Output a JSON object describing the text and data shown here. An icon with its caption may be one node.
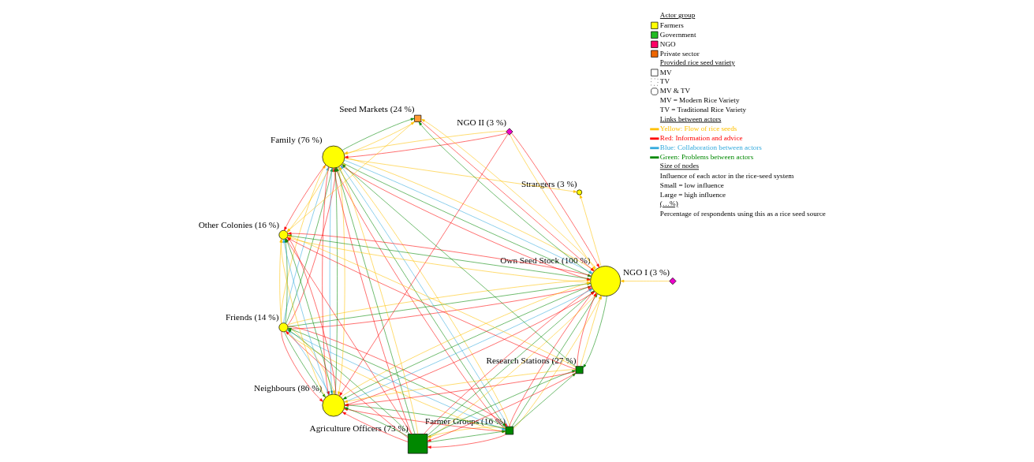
{
  "diagram": {
    "nodes": [
      {
        "text": [
          "Friends (14 %)"
        ]
      },
      {
        "text": [
          "Strangers (3 %)"
        ]
      },
      {
        "text": [
          "Farmer Groups (16 %)"
        ]
      },
      {
        "text": [
          "Family (76 %)"
        ]
      },
      {
        "text": [
          "NGO I (3 %)"
        ]
      },
      {
        "text": [
          "Agriculture Officers (73 %)"
        ]
      },
      {
        "text": [
          "Neighbours (86 %)"
        ]
      },
      {
        "text": [
          "NGO II (3 %)"
        ]
      },
      {
        "text": [
          "Own Seed Stock (100 %)"
        ]
      },
      {
        "text": [
          "Research Stations (27 %)"
        ]
      },
      {
        "text": [
          "Seed Markets (24 %)"
        ]
      },
      {
        "text": [
          "Other Colonies (16 %)"
        ]
      }
    ],
    "edges": [
      {
        "from": 0,
        "to": 2,
        "arrow": "to",
        "color": "#ff0000"
      },
      {
        "from": 0,
        "to": 2,
        "arrow": "to",
        "color": "#ffc000"
      },
      {
        "from": 2,
        "to": 0,
        "arrow": "to",
        "color": "#008800"
      },
      {
        "from": 0,
        "to": 2,
        "arrow": "to",
        "color": "#33aadd"
      },
      {
        "from": 0,
        "to": 3,
        "arrow": "to",
        "color": "#ffc000"
      },
      {
        "from": 0,
        "to": 3,
        "arrow": "to",
        "color": "#ff0000"
      },
      {
        "from": 0,
        "to": 3,
        "arrow": "to",
        "color": "#008800"
      },
      {
        "from": 0,
        "to": 3,
        "arrow": "to",
        "color": "#33aadd"
      },
      {
        "from": 0,
        "to": 6,
        "arrow": "to",
        "color": "#ffc000"
      },
      {
        "from": 0,
        "to": 6,
        "arrow": "to",
        "color": "#ff0000"
      },
      {
        "from": 0,
        "to": 6,
        "arrow": "to",
        "color": "#008800"
      },
      {
        "from": 0,
        "to": 6,
        "arrow": "to",
        "color": "#33aadd"
      },
      {
        "from": 0,
        "to": 8,
        "arrow": "to",
        "color": "#ffc000"
      },
      {
        "from": 0,
        "to": 8,
        "arrow": "to",
        "color": "#ff0000"
      },
      {
        "from": 0,
        "to": 8,
        "arrow": "to",
        "color": "#008800"
      },
      {
        "from": 0,
        "to": 11,
        "arrow": "to",
        "color": "#ffc000"
      },
      {
        "from": 0,
        "to": 11,
        "arrow": "to",
        "color": "#008800"
      },
      {
        "from": 5,
        "to": 0,
        "arrow": "to",
        "color": "#ff0000"
      },
      {
        "from": 5,
        "to": 0,
        "arrow": "to",
        "color": "#008800"
      },
      {
        "from": 2,
        "to": 3,
        "arrow": "to",
        "color": "#ff0000"
      },
      {
        "from": 2,
        "to": 3,
        "arrow": "to",
        "color": "#ffc000"
      },
      {
        "from": 2,
        "to": 3,
        "arrow": "to",
        "color": "#33aadd"
      },
      {
        "from": 3,
        "to": 2,
        "arrow": "to",
        "color": "#008800"
      },
      {
        "from": 2,
        "to": 5,
        "arrow": "to",
        "color": "#ff0000"
      },
      {
        "from": 2,
        "to": 5,
        "arrow": "to",
        "color": "#ffc000"
      },
      {
        "from": 5,
        "to": 2,
        "arrow": "to",
        "color": "#008800"
      },
      {
        "from": 2,
        "to": 6,
        "arrow": "to",
        "color": "#ff0000"
      },
      {
        "from": 2,
        "to": 6,
        "arrow": "to",
        "color": "#008800"
      },
      {
        "from": 2,
        "to": 8,
        "arrow": "to",
        "color": "#ff0000"
      },
      {
        "from": 2,
        "to": 8,
        "arrow": "to",
        "color": "#ffc000"
      },
      {
        "from": 2,
        "to": 8,
        "arrow": "to",
        "color": "#008800"
      },
      {
        "from": 2,
        "to": 9,
        "arrow": "to",
        "color": "#008800"
      },
      {
        "from": 5,
        "to": 3,
        "arrow": "to",
        "color": "#ff0000"
      },
      {
        "from": 5,
        "to": 3,
        "arrow": "to",
        "color": "#ffc000"
      },
      {
        "from": 5,
        "to": 3,
        "arrow": "to",
        "color": "#008800"
      },
      {
        "from": 5,
        "to": 6,
        "arrow": "to",
        "color": "#ff0000"
      },
      {
        "from": 5,
        "to": 6,
        "arrow": "to",
        "color": "#008800"
      },
      {
        "from": 5,
        "to": 8,
        "arrow": "to",
        "color": "#ff0000"
      },
      {
        "from": 5,
        "to": 8,
        "arrow": "to",
        "color": "#ffc000"
      },
      {
        "from": 5,
        "to": 8,
        "arrow": "to",
        "color": "#008800"
      },
      {
        "from": 5,
        "to": 11,
        "arrow": "to",
        "color": "#ff0000"
      },
      {
        "from": 5,
        "to": 9,
        "arrow": "to",
        "color": "#008800"
      },
      {
        "from": 9,
        "to": 5,
        "arrow": "to",
        "color": "#ff0000"
      },
      {
        "from": 9,
        "to": 6,
        "arrow": "to",
        "color": "#ff0000"
      },
      {
        "from": 9,
        "to": 6,
        "arrow": "to",
        "color": "#ffc000"
      },
      {
        "from": 9,
        "to": 8,
        "arrow": "to",
        "color": "#ff0000"
      },
      {
        "from": 9,
        "to": 8,
        "arrow": "to",
        "color": "#ffc000"
      },
      {
        "from": 8,
        "to": 9,
        "arrow": "to",
        "color": "#008800"
      },
      {
        "from": 9,
        "to": 11,
        "arrow": "to",
        "color": "#ff0000"
      },
      {
        "from": 9,
        "to": 11,
        "arrow": "to",
        "color": "#ffc000"
      },
      {
        "from": 9,
        "to": 3,
        "arrow": "to",
        "color": "#008800"
      },
      {
        "from": 3,
        "to": 1,
        "arrow": "to",
        "color": "#ffc000"
      },
      {
        "from": 8,
        "to": 1,
        "arrow": "to",
        "color": "#ffc000"
      },
      {
        "from": 7,
        "to": 3,
        "arrow": "to",
        "color": "#ff0000"
      },
      {
        "from": 7,
        "to": 3,
        "arrow": "to",
        "color": "#ffc000"
      },
      {
        "from": 7,
        "to": 6,
        "arrow": "to",
        "color": "#ff0000"
      },
      {
        "from": 7,
        "to": 8,
        "arrow": "to",
        "color": "#ff0000"
      },
      {
        "from": 7,
        "to": 8,
        "arrow": "to",
        "color": "#ffc000"
      },
      {
        "from": 4,
        "to": 8,
        "arrow": "to",
        "color": "#ffc000"
      },
      {
        "from": 3,
        "to": 6,
        "arrow": "to",
        "color": "#ffc000"
      },
      {
        "from": 3,
        "to": 6,
        "arrow": "to",
        "color": "#ff0000"
      },
      {
        "from": 3,
        "to": 6,
        "arrow": "to",
        "color": "#33aadd"
      },
      {
        "from": 6,
        "to": 3,
        "arrow": "to",
        "color": "#008800"
      },
      {
        "from": 3,
        "to": 8,
        "arrow": "to",
        "color": "#ffc000"
      },
      {
        "from": 3,
        "to": 8,
        "arrow": "to",
        "color": "#ff0000"
      },
      {
        "from": 3,
        "to": 8,
        "arrow": "to",
        "color": "#008800"
      },
      {
        "from": 3,
        "to": 8,
        "arrow": "to",
        "color": "#33aadd"
      },
      {
        "from": 3,
        "to": 10,
        "arrow": "to",
        "color": "#008800"
      },
      {
        "from": 3,
        "to": 10,
        "arrow": "to",
        "color": "#ffc000"
      },
      {
        "from": 3,
        "to": 11,
        "arrow": "to",
        "color": "#ffc000"
      },
      {
        "from": 3,
        "to": 11,
        "arrow": "to",
        "color": "#ff0000"
      },
      {
        "from": 6,
        "to": 8,
        "arrow": "to",
        "color": "#ffc000"
      },
      {
        "from": 6,
        "to": 8,
        "arrow": "to",
        "color": "#ff0000"
      },
      {
        "from": 6,
        "to": 8,
        "arrow": "to",
        "color": "#33aadd"
      },
      {
        "from": 8,
        "to": 6,
        "arrow": "to",
        "color": "#008800"
      },
      {
        "from": 6,
        "to": 11,
        "arrow": "to",
        "color": "#ffc000"
      },
      {
        "from": 6,
        "to": 11,
        "arrow": "to",
        "color": "#ff0000"
      },
      {
        "from": 6,
        "to": 11,
        "arrow": "to",
        "color": "#008800"
      },
      {
        "from": 6,
        "to": 11,
        "arrow": "to",
        "color": "#33aadd"
      },
      {
        "from": 8,
        "to": 10,
        "arrow": "to",
        "color": "#008800"
      },
      {
        "from": 10,
        "to": 8,
        "arrow": "to",
        "color": "#ff0000"
      },
      {
        "from": 8,
        "to": 10,
        "arrow": "to",
        "color": "#ffc000"
      },
      {
        "from": 8,
        "to": 11,
        "arrow": "to",
        "color": "#ffc000"
      },
      {
        "from": 8,
        "to": 11,
        "arrow": "to",
        "color": "#ff0000"
      },
      {
        "from": 8,
        "to": 11,
        "arrow": "to",
        "color": "#008800"
      },
      {
        "from": 10,
        "to": 11,
        "arrow": "to",
        "color": "#ffc000"
      }
    ],
    "labels": [
      "Actor group",
      "Provided rice seed variety",
      "MV = Modern Rice Variety",
      "TV = Traditional Rice Variety",
      "Links between actors",
      "Size of nodes",
      "Influence of each actor in the rice-seed system",
      "Small = low influence",
      "Large = high influence",
      "(…%)",
      "Percentage of respondents using this as a rice seed source"
    ],
    "legend": [
      {
        "text": "Farmers",
        "color": "#ffff00"
      },
      {
        "text": "Government",
        "color": "#22bb22"
      },
      {
        "text": "NGO",
        "color": "#ff0066"
      },
      {
        "text": "Private sector",
        "color": "#ee6600"
      },
      {
        "text": "MV"
      },
      {
        "text": "TV"
      },
      {
        "text": "MV & TV"
      },
      {
        "text": "Yellow: Flow of rice seeds",
        "color": "#ffc000"
      },
      {
        "text": "Red: Information and advice",
        "color": "#ff0000"
      },
      {
        "text": "Blue: Collaboration between actors",
        "color": "#33aadd"
      },
      {
        "text": "Green: Problems between actors",
        "color": "#008800"
      }
    ]
  }
}
